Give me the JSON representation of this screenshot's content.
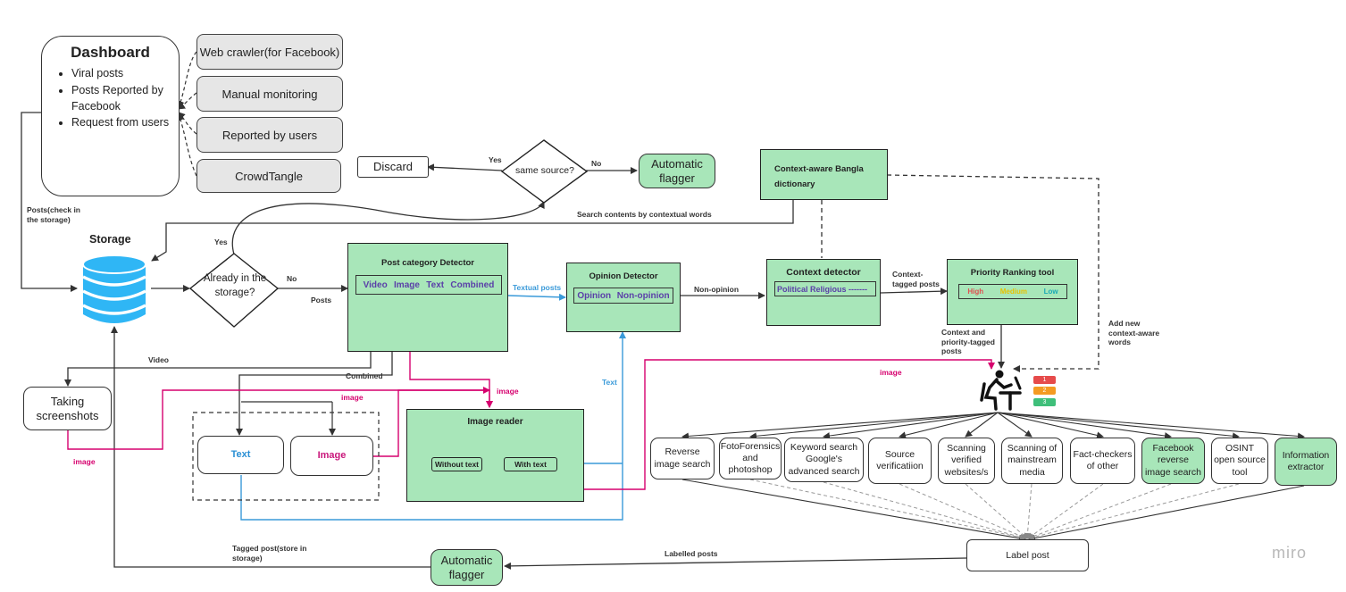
{
  "dashboard": {
    "title": "Dashboard",
    "items": [
      "Viral posts",
      "Posts Reported by Facebook",
      "Request from users"
    ]
  },
  "sources": [
    "Web crawler(for Facebook)",
    "Manual monitoring",
    "Reported by users",
    "CrowdTangle"
  ],
  "storage": {
    "title": "Storage"
  },
  "decision_same_source": "same source?",
  "decision_already": "Already in the storage?",
  "discard": "Discard",
  "auto_flagger_top": "Automatic flagger",
  "auto_flagger_bottom": "Automatic flagger",
  "dictionary": {
    "title": "Context-aware Bangla dictionary"
  },
  "post_category": {
    "title": "Post category Detector",
    "cats": [
      "Video",
      "Image",
      "Text",
      "Combined"
    ]
  },
  "opinion": {
    "title": "Opinion Detector",
    "cats": [
      "Opinion",
      "Non-opinion"
    ]
  },
  "context": {
    "title": "Context detector",
    "cats": "Political Religious -------"
  },
  "priority": {
    "title": "Priority Ranking tool",
    "high": "High",
    "medium": "Medium",
    "low": "Low"
  },
  "priority_badges": [
    "1",
    "2",
    "3"
  ],
  "screenshots": "Taking screenshots",
  "combined": {
    "text": "Text",
    "image": "Image"
  },
  "image_reader": {
    "title": "Image reader",
    "without": "Without text",
    "with": "With text"
  },
  "tools": [
    "Reverse image search",
    "FotoForensics and photoshop",
    "Keyword search Google's advanced search",
    "Source verificatiion",
    "Scanning verified websites/s",
    "Scanning of mainstream media",
    "Fact-checkers of other",
    "Facebook reverse image search",
    "OSINT open source tool",
    "Information extractor"
  ],
  "label_post": "Label post",
  "watermark": "miro",
  "edge_labels": {
    "posts_check": "Posts(check in the storage)",
    "yes_top": "Yes",
    "no_top": "No",
    "search_contents": "Search contents by contextual words",
    "yes_already": "Yes",
    "no_already": "No",
    "posts": "Posts",
    "textual_posts": "Textual posts",
    "non_opinion": "Non-opinion",
    "context_tagged": "Context-tagged posts",
    "context_priority": "Context and priority-tagged posts",
    "add_words": "Add new context-aware words",
    "video": "Video",
    "combined": "Combined",
    "image_pc": "image",
    "image_ss": "image",
    "image_left": "image",
    "image_right": "image",
    "text_edge": "Text",
    "tagged_post": "Tagged post(store in storage)",
    "labelled_posts": "Labelled posts"
  },
  "colors": {
    "green": "#a8e6b9",
    "pink": "#d6006e",
    "blue": "#3a9ad9",
    "storage": "#2fb6f5"
  }
}
